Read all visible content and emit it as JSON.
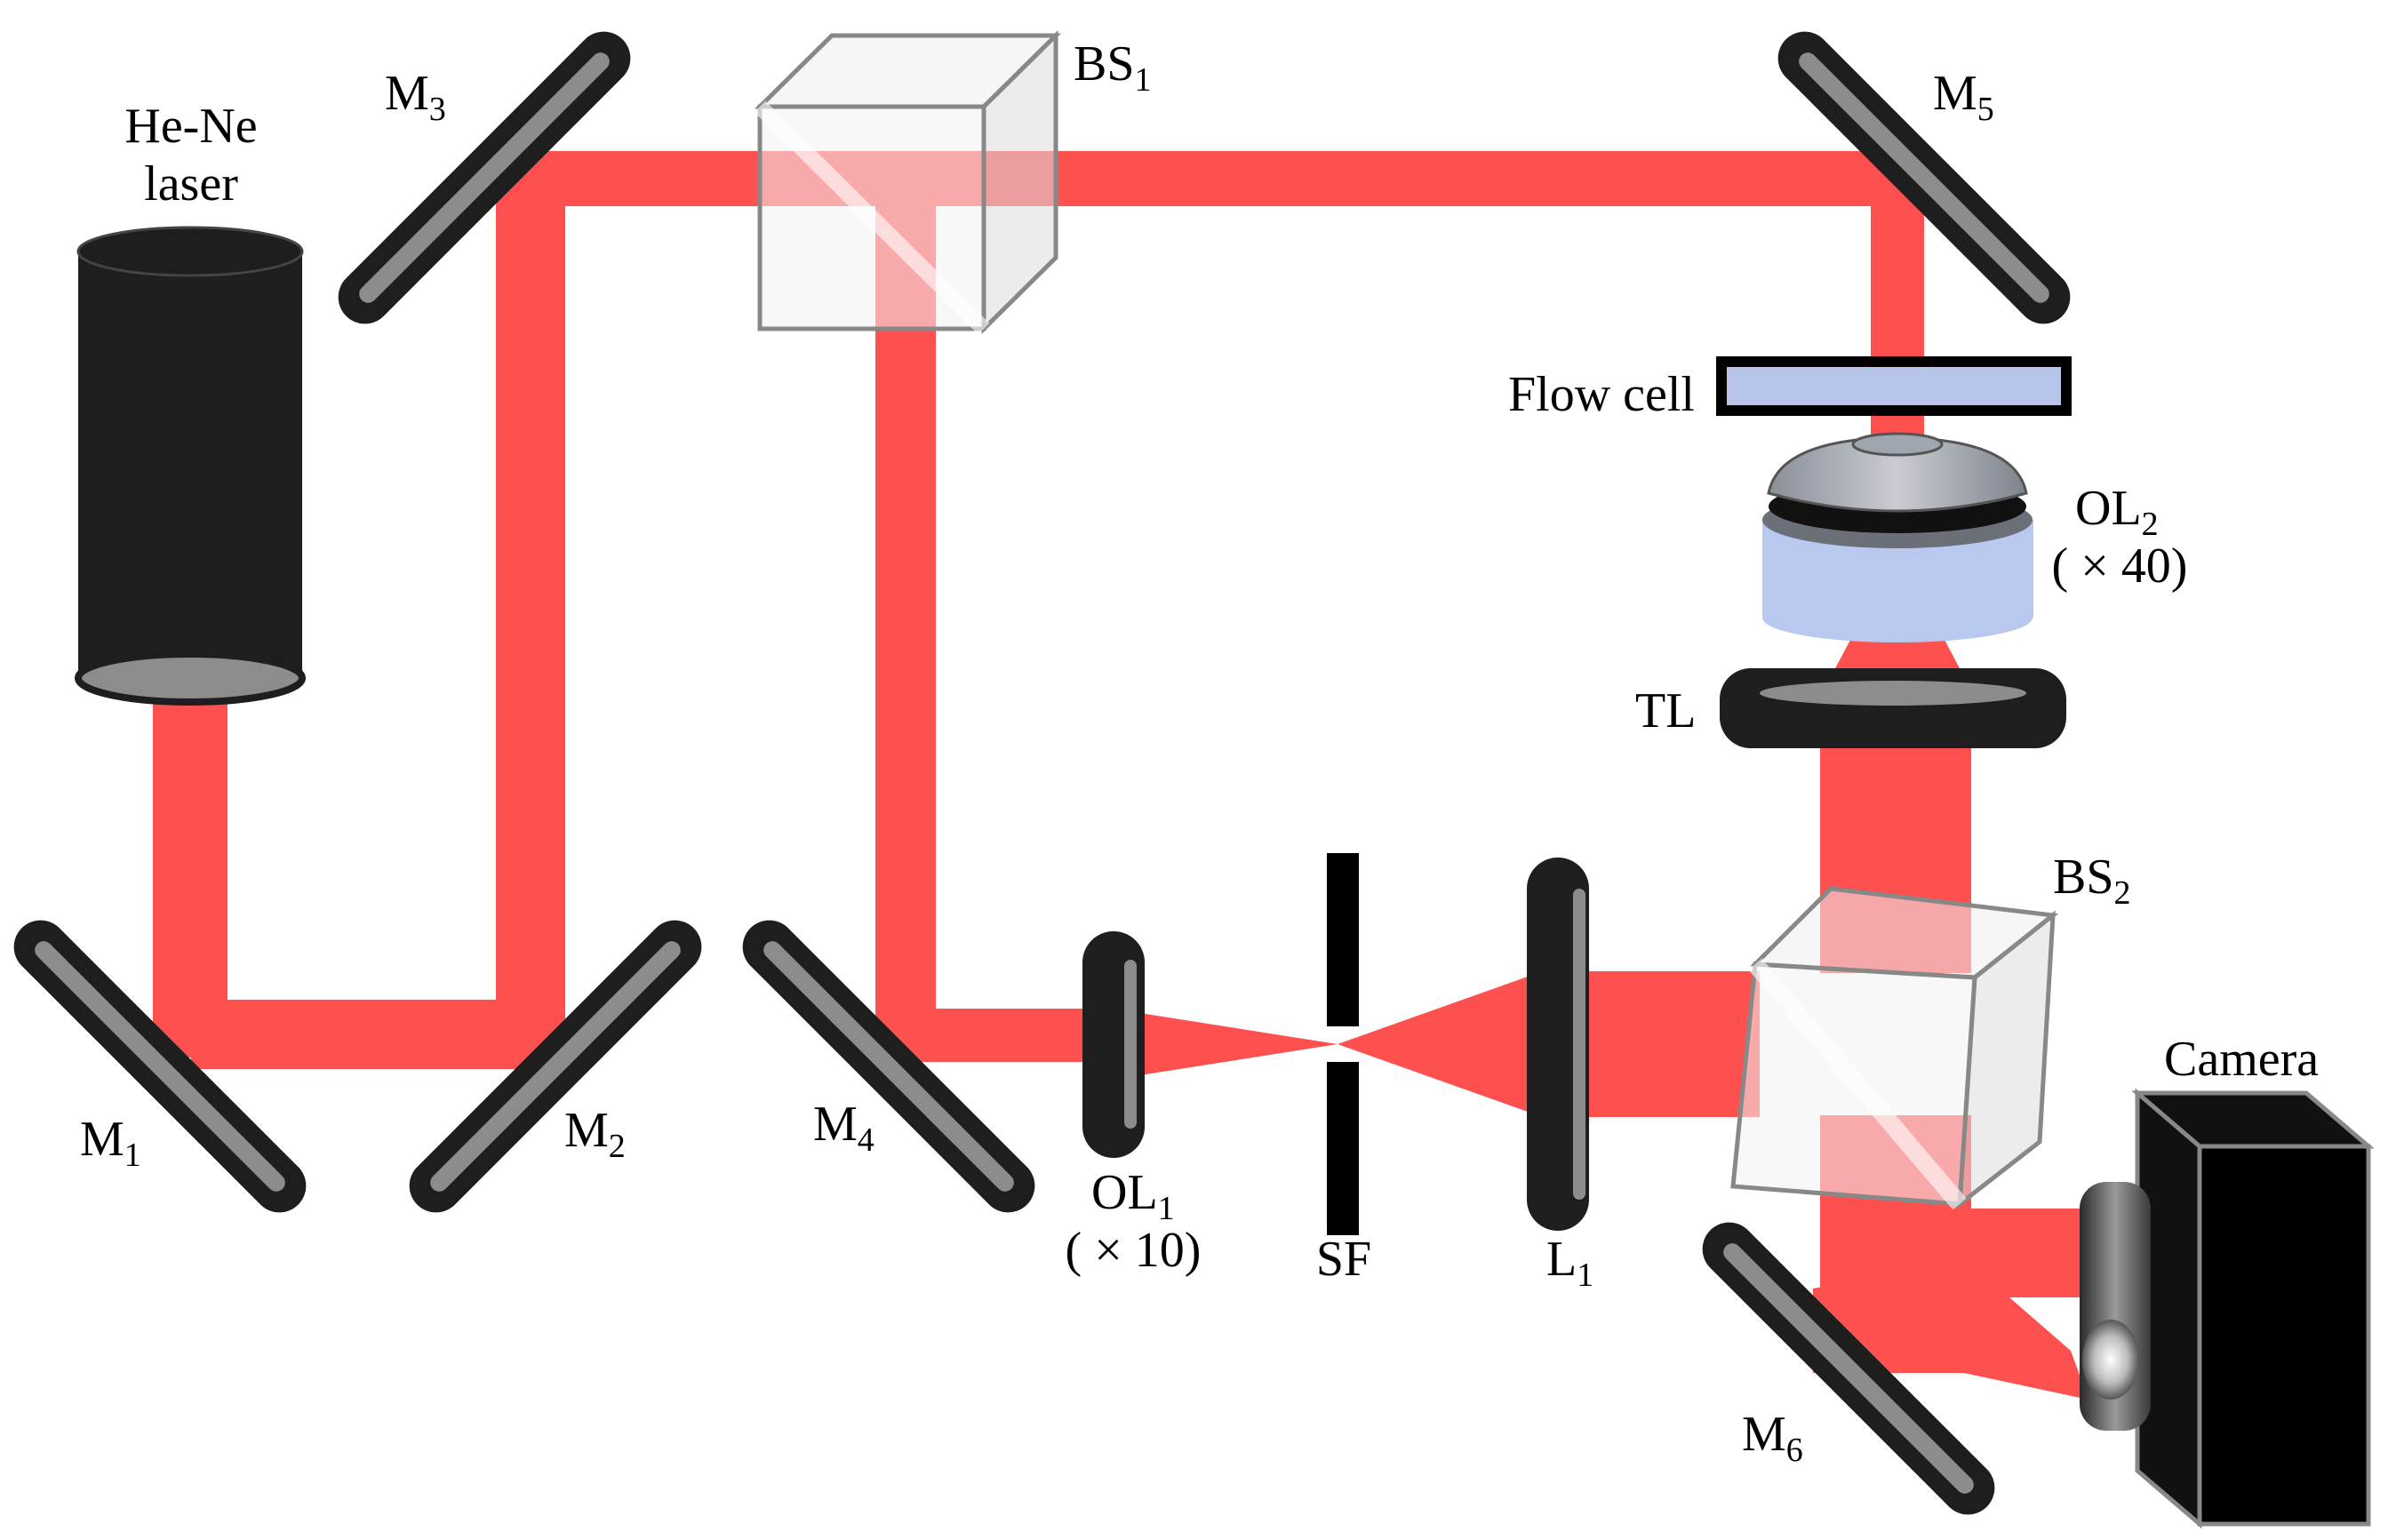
{
  "colors": {
    "beam": "#ff5050",
    "component_dark": "#1e1e1e",
    "lens_face": "#8c8c8c",
    "cube_glass": "#e6e6e6",
    "objective_blue": "#b8c8ee",
    "flow_cell_fill": "#b8c4ea"
  },
  "labels": {
    "laser": [
      "He-Ne",
      "laser"
    ],
    "m1": {
      "main": "M",
      "sub": "1"
    },
    "m2": {
      "main": "M",
      "sub": "2"
    },
    "m3": {
      "main": "M",
      "sub": "3"
    },
    "m4": {
      "main": "M",
      "sub": "4"
    },
    "m5": {
      "main": "M",
      "sub": "5"
    },
    "m6": {
      "main": "M",
      "sub": "6"
    },
    "bs1": {
      "main": "BS",
      "sub": "1"
    },
    "bs2": {
      "main": "BS",
      "sub": "2"
    },
    "ol1": {
      "main": "OL",
      "sub": "1",
      "mag": "( × 10)"
    },
    "ol2": {
      "main": "OL",
      "sub": "2",
      "mag": "( × 40)"
    },
    "sf": "SF",
    "l1": {
      "main": "L",
      "sub": "1"
    },
    "tl": "TL",
    "flow_cell": "Flow cell",
    "camera": "Camera"
  },
  "icons": [
    "laser-tube-icon",
    "mirror-icon",
    "beam-splitter-cube-icon",
    "objective-lens-icon",
    "lens-icon",
    "spatial-filter-icon",
    "flow-cell-icon",
    "camera-icon"
  ]
}
